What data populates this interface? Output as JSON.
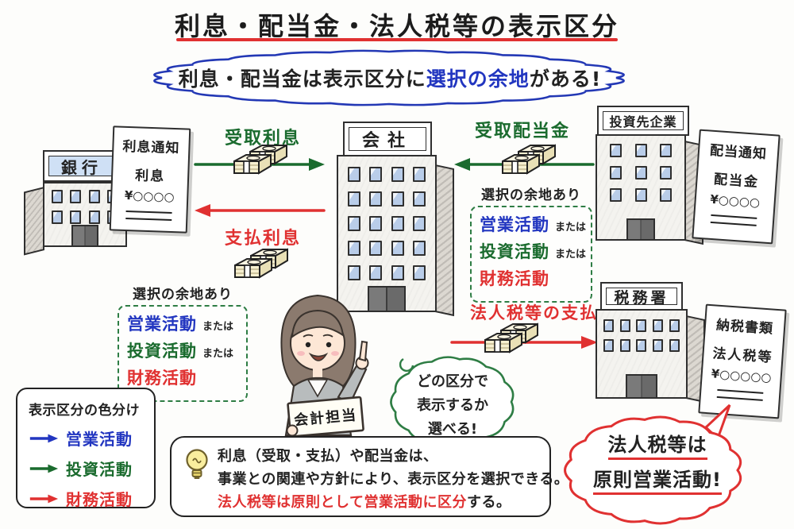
{
  "title": "利息・配当金・法人税等の表示区分",
  "headline_bubble": {
    "pre": "利息・配当金は表示区分に",
    "highlight": "選択の余地",
    "post": "がある!"
  },
  "buildings": {
    "bank": {
      "label": "銀行"
    },
    "company": {
      "label": "会社"
    },
    "investee": {
      "label": "投資先企業"
    },
    "tax_office": {
      "label": "税務署"
    }
  },
  "documents": {
    "interest_notice": {
      "title": "利息通知",
      "line1": "利息",
      "line2": "¥○○○○"
    },
    "dividend_notice": {
      "title": "配当通知",
      "line1": "配当金",
      "line2": "¥○○○○"
    },
    "tax_documents": {
      "title": "納税書類",
      "line1": "法人税等",
      "line2": "¥○○○○○"
    }
  },
  "flows": {
    "interest_received": {
      "label": "受取利息",
      "color": "#1a6b2e"
    },
    "interest_paid": {
      "label": "支払利息",
      "color": "#e03131"
    },
    "dividends_received": {
      "label": "受取配当金",
      "color": "#1a6b2e"
    },
    "tax_payment": {
      "label": "法人税等の支払",
      "color": "#e03131"
    }
  },
  "choice_box": {
    "title": "選択の余地あり",
    "items": [
      {
        "text": "営業活動",
        "suffix": "または",
        "color": "#2236c0"
      },
      {
        "text": "投資活動",
        "suffix": "または",
        "color": "#1a6b2e"
      },
      {
        "text": "財務活動",
        "suffix": "",
        "color": "#e03131"
      }
    ]
  },
  "legend": {
    "title": "表示区分の色分け",
    "items": [
      {
        "label": "営業活動",
        "color": "#2236c0"
      },
      {
        "label": "投資活動",
        "color": "#1a6b2e"
      },
      {
        "label": "財務活動",
        "color": "#e03131"
      }
    ]
  },
  "person": {
    "sign": "会計担当"
  },
  "thought_bubble": {
    "line1": "どの区分で",
    "line2": "表示するか",
    "line3": "選べる!"
  },
  "note": {
    "line1": "利息（受取・支払）や配当金は、",
    "line2": "事業との関連や方針により、表示区分を選択できる。",
    "line3_red": "法人税等は原則として営業活動に区分",
    "line3_black": "する。"
  },
  "conclusion_bubble": {
    "line1": "法人税等は",
    "line2": "原則営業活動!"
  },
  "colors": {
    "operating_blue": "#2236c0",
    "investing_green": "#1a6b2e",
    "financing_red": "#e03131",
    "headline_outline_blue": "#2338b5",
    "thought_outline_green": "#2e7d44",
    "conclusion_outline_red": "#e03131"
  }
}
